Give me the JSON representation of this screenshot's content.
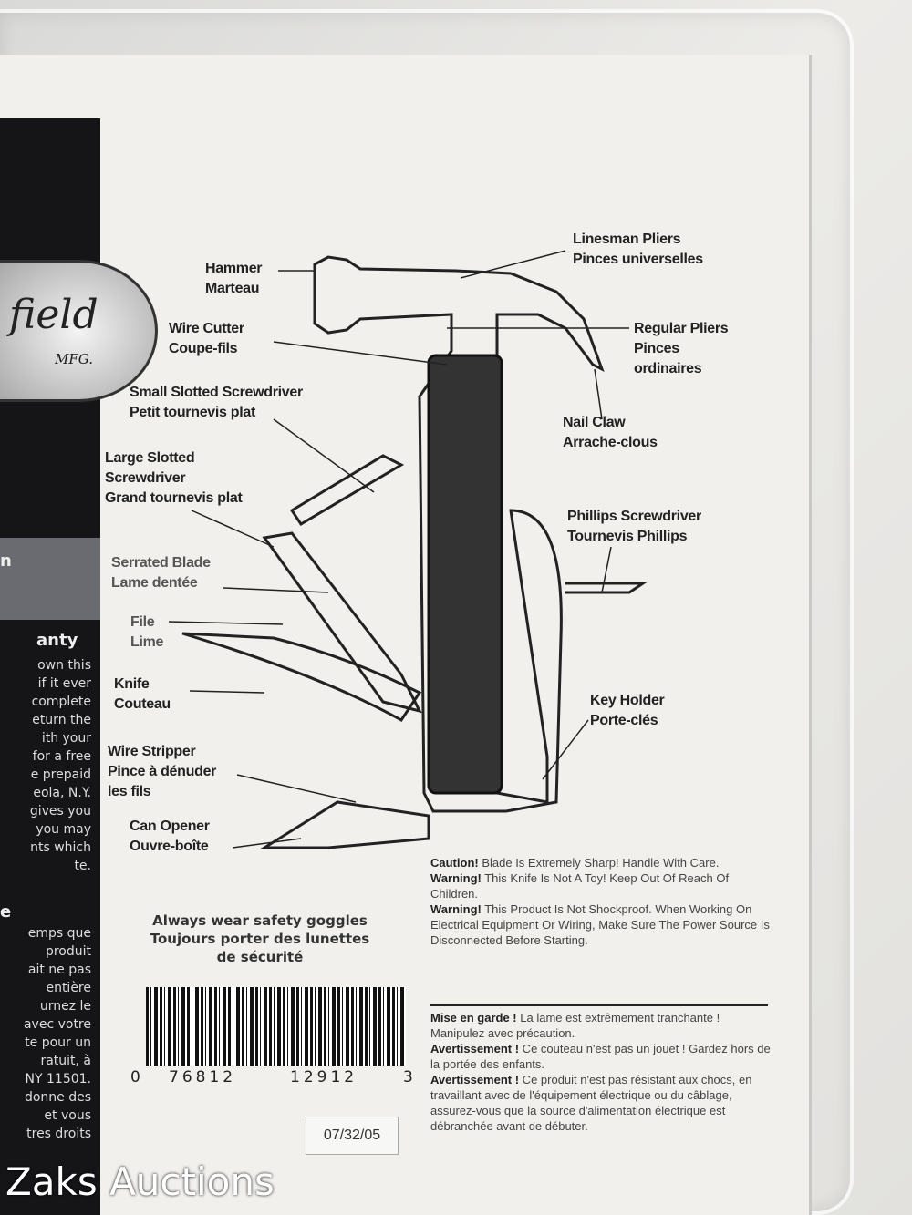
{
  "logo": {
    "text": "field",
    "sub": "MFG."
  },
  "left_panel": {
    "section_n": "n",
    "warranty_heading": "anty",
    "warranty_lines": [
      "own this",
      "if it ever",
      "complete",
      "eturn the",
      "ith your",
      "for a free",
      "e prepaid",
      "eola, N.Y.",
      "gives you",
      "you may",
      "nts which",
      "te."
    ],
    "garantie_heading": "e",
    "garantie_lines": [
      "emps que",
      "produit",
      "ait ne pas",
      "entière",
      "urnez le",
      "avec votre",
      "te pour un",
      "ratuit, à",
      "NY 11501.",
      "donne des",
      "et vous",
      "tres droits"
    ]
  },
  "labels": {
    "hammer": [
      "Hammer",
      "Marteau"
    ],
    "wire_cutter": [
      "Wire Cutter",
      "Coupe-fils"
    ],
    "small_screwdriver": [
      "Small Slotted Screwdriver",
      "Petit tournevis plat"
    ],
    "large_screwdriver": [
      "Large Slotted",
      "Screwdriver",
      "Grand tournevis plat"
    ],
    "serrated_blade": [
      "Serrated Blade",
      "Lame dentée"
    ],
    "file": [
      "File",
      "Lime"
    ],
    "knife": [
      "Knife",
      "Couteau"
    ],
    "wire_stripper": [
      "Wire Stripper",
      "Pince à dénuder",
      "les fils"
    ],
    "can_opener": [
      "Can Opener",
      "Ouvre-boîte"
    ],
    "linesman_pliers": [
      "Linesman Pliers",
      "Pinces universelles"
    ],
    "regular_pliers": [
      "Regular Pliers",
      "Pinces",
      "ordinaires"
    ],
    "nail_claw": [
      "Nail Claw",
      "Arrache-clous"
    ],
    "phillips": [
      "Phillips Screwdriver",
      "Tournevis Phillips"
    ],
    "key_holder": [
      "Key Holder",
      "Porte-clés"
    ]
  },
  "goggles": [
    "Always wear safety goggles",
    "Toujours porter des lunettes",
    "de sécurité"
  ],
  "warnings_en": [
    {
      "bold": "Caution!",
      "text": " Blade Is Extremely Sharp! Handle With Care."
    },
    {
      "bold": "Warning!",
      "text": " This Knife Is Not A Toy! Keep Out Of Reach Of Children."
    },
    {
      "bold": "Warning!",
      "text": " This Product Is Not Shockproof. When Working On Electrical Equipment Or Wiring, Make Sure The Power Source Is Disconnected Before Starting."
    }
  ],
  "warnings_fr": [
    {
      "bold": "Mise en garde !",
      "text": " La lame est extrêmement tranchante ! Manipulez avec précaution."
    },
    {
      "bold": "Avertissement !",
      "text": " Ce couteau n'est pas un jouet ! Gardez hors de la portée des enfants."
    },
    {
      "bold": "Avertissement !",
      "text": " Ce produit n'est pas résistant aux chocs, en travaillant avec de l'équipement électrique ou du câblage, assurez-vous que la source d'alimentation électrique est débranchée avant de débuter."
    }
  ],
  "barcode": {
    "d0": "0",
    "d1": "76812",
    "d2": "12912",
    "d3": "3"
  },
  "date_sticker": "07/32/05",
  "watermark": "Zaks Auctions"
}
